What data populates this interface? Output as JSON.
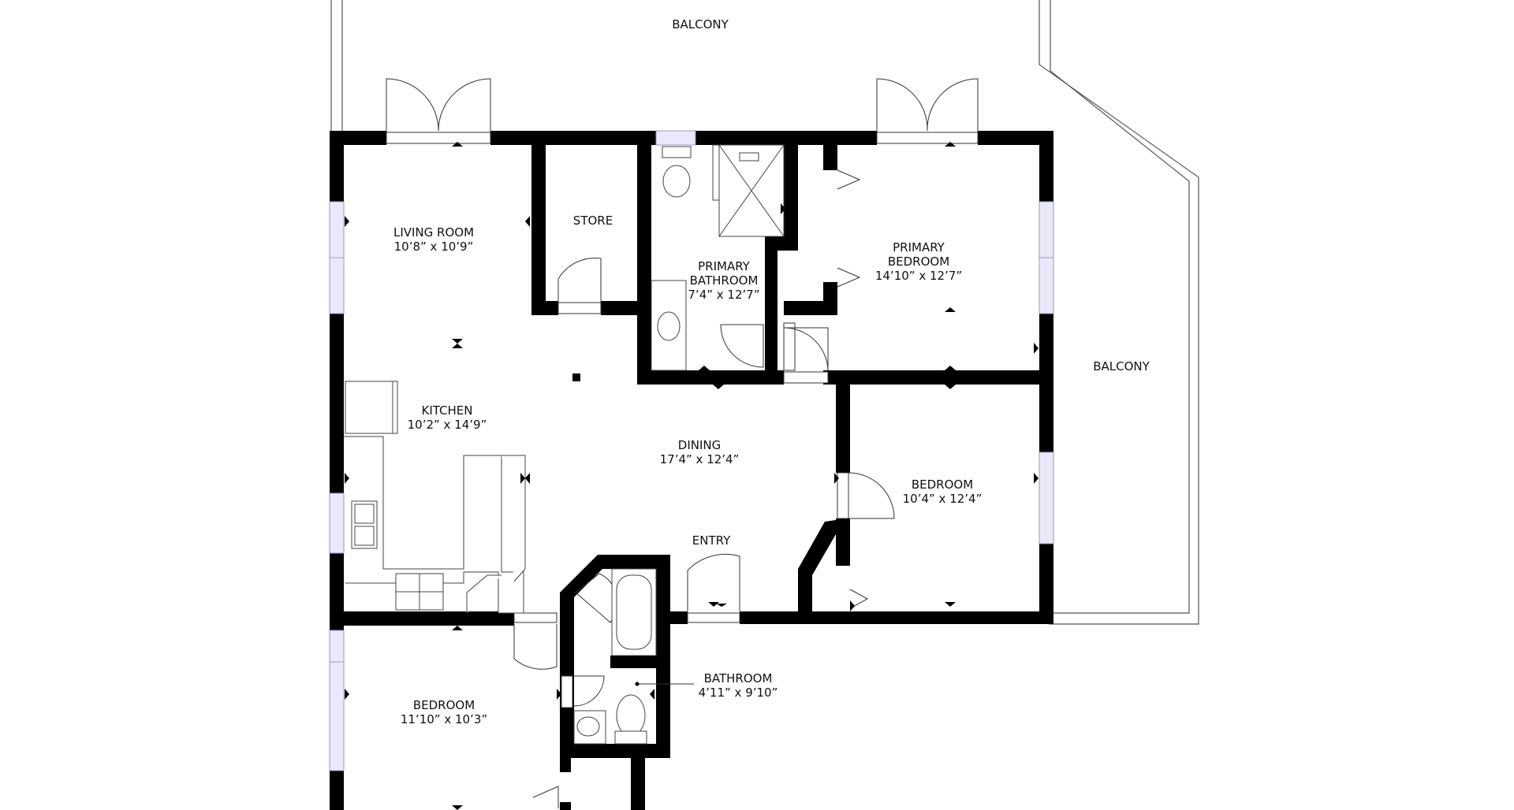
{
  "colors": {
    "wall": "#000000",
    "window": "#e9e9fb",
    "window_stroke": "#9a9ab8",
    "thin_line": "#444444",
    "background": "#ffffff"
  },
  "rooms": {
    "balcony_top": {
      "name": "BALCONY"
    },
    "balcony_right": {
      "name": "BALCONY"
    },
    "living_room": {
      "name": "LIVING ROOM",
      "dims": "10’8” x 10’9”"
    },
    "store": {
      "name": "STORE"
    },
    "primary_bathroom": {
      "name_line1": "PRIMARY",
      "name_line2": "BATHROOM",
      "dims": "7’4” x 12’7”"
    },
    "primary_bedroom": {
      "name_line1": "PRIMARY",
      "name_line2": "BEDROOM",
      "dims": "14’10” x 12’7”"
    },
    "kitchen": {
      "name": "KITCHEN",
      "dims": "10’2” x 14’9”"
    },
    "dining": {
      "name": "DINING",
      "dims": "17’4” x 12’4”"
    },
    "entry": {
      "name": "ENTRY"
    },
    "bedroom_right": {
      "name": "BEDROOM",
      "dims": "10’4” x 12’4”"
    },
    "bathroom": {
      "name": "BATHROOM",
      "dims": "4’11” x 9’10”"
    },
    "bedroom_bottom": {
      "name": "BEDROOM",
      "dims": "11’10” x 10’3”"
    }
  }
}
